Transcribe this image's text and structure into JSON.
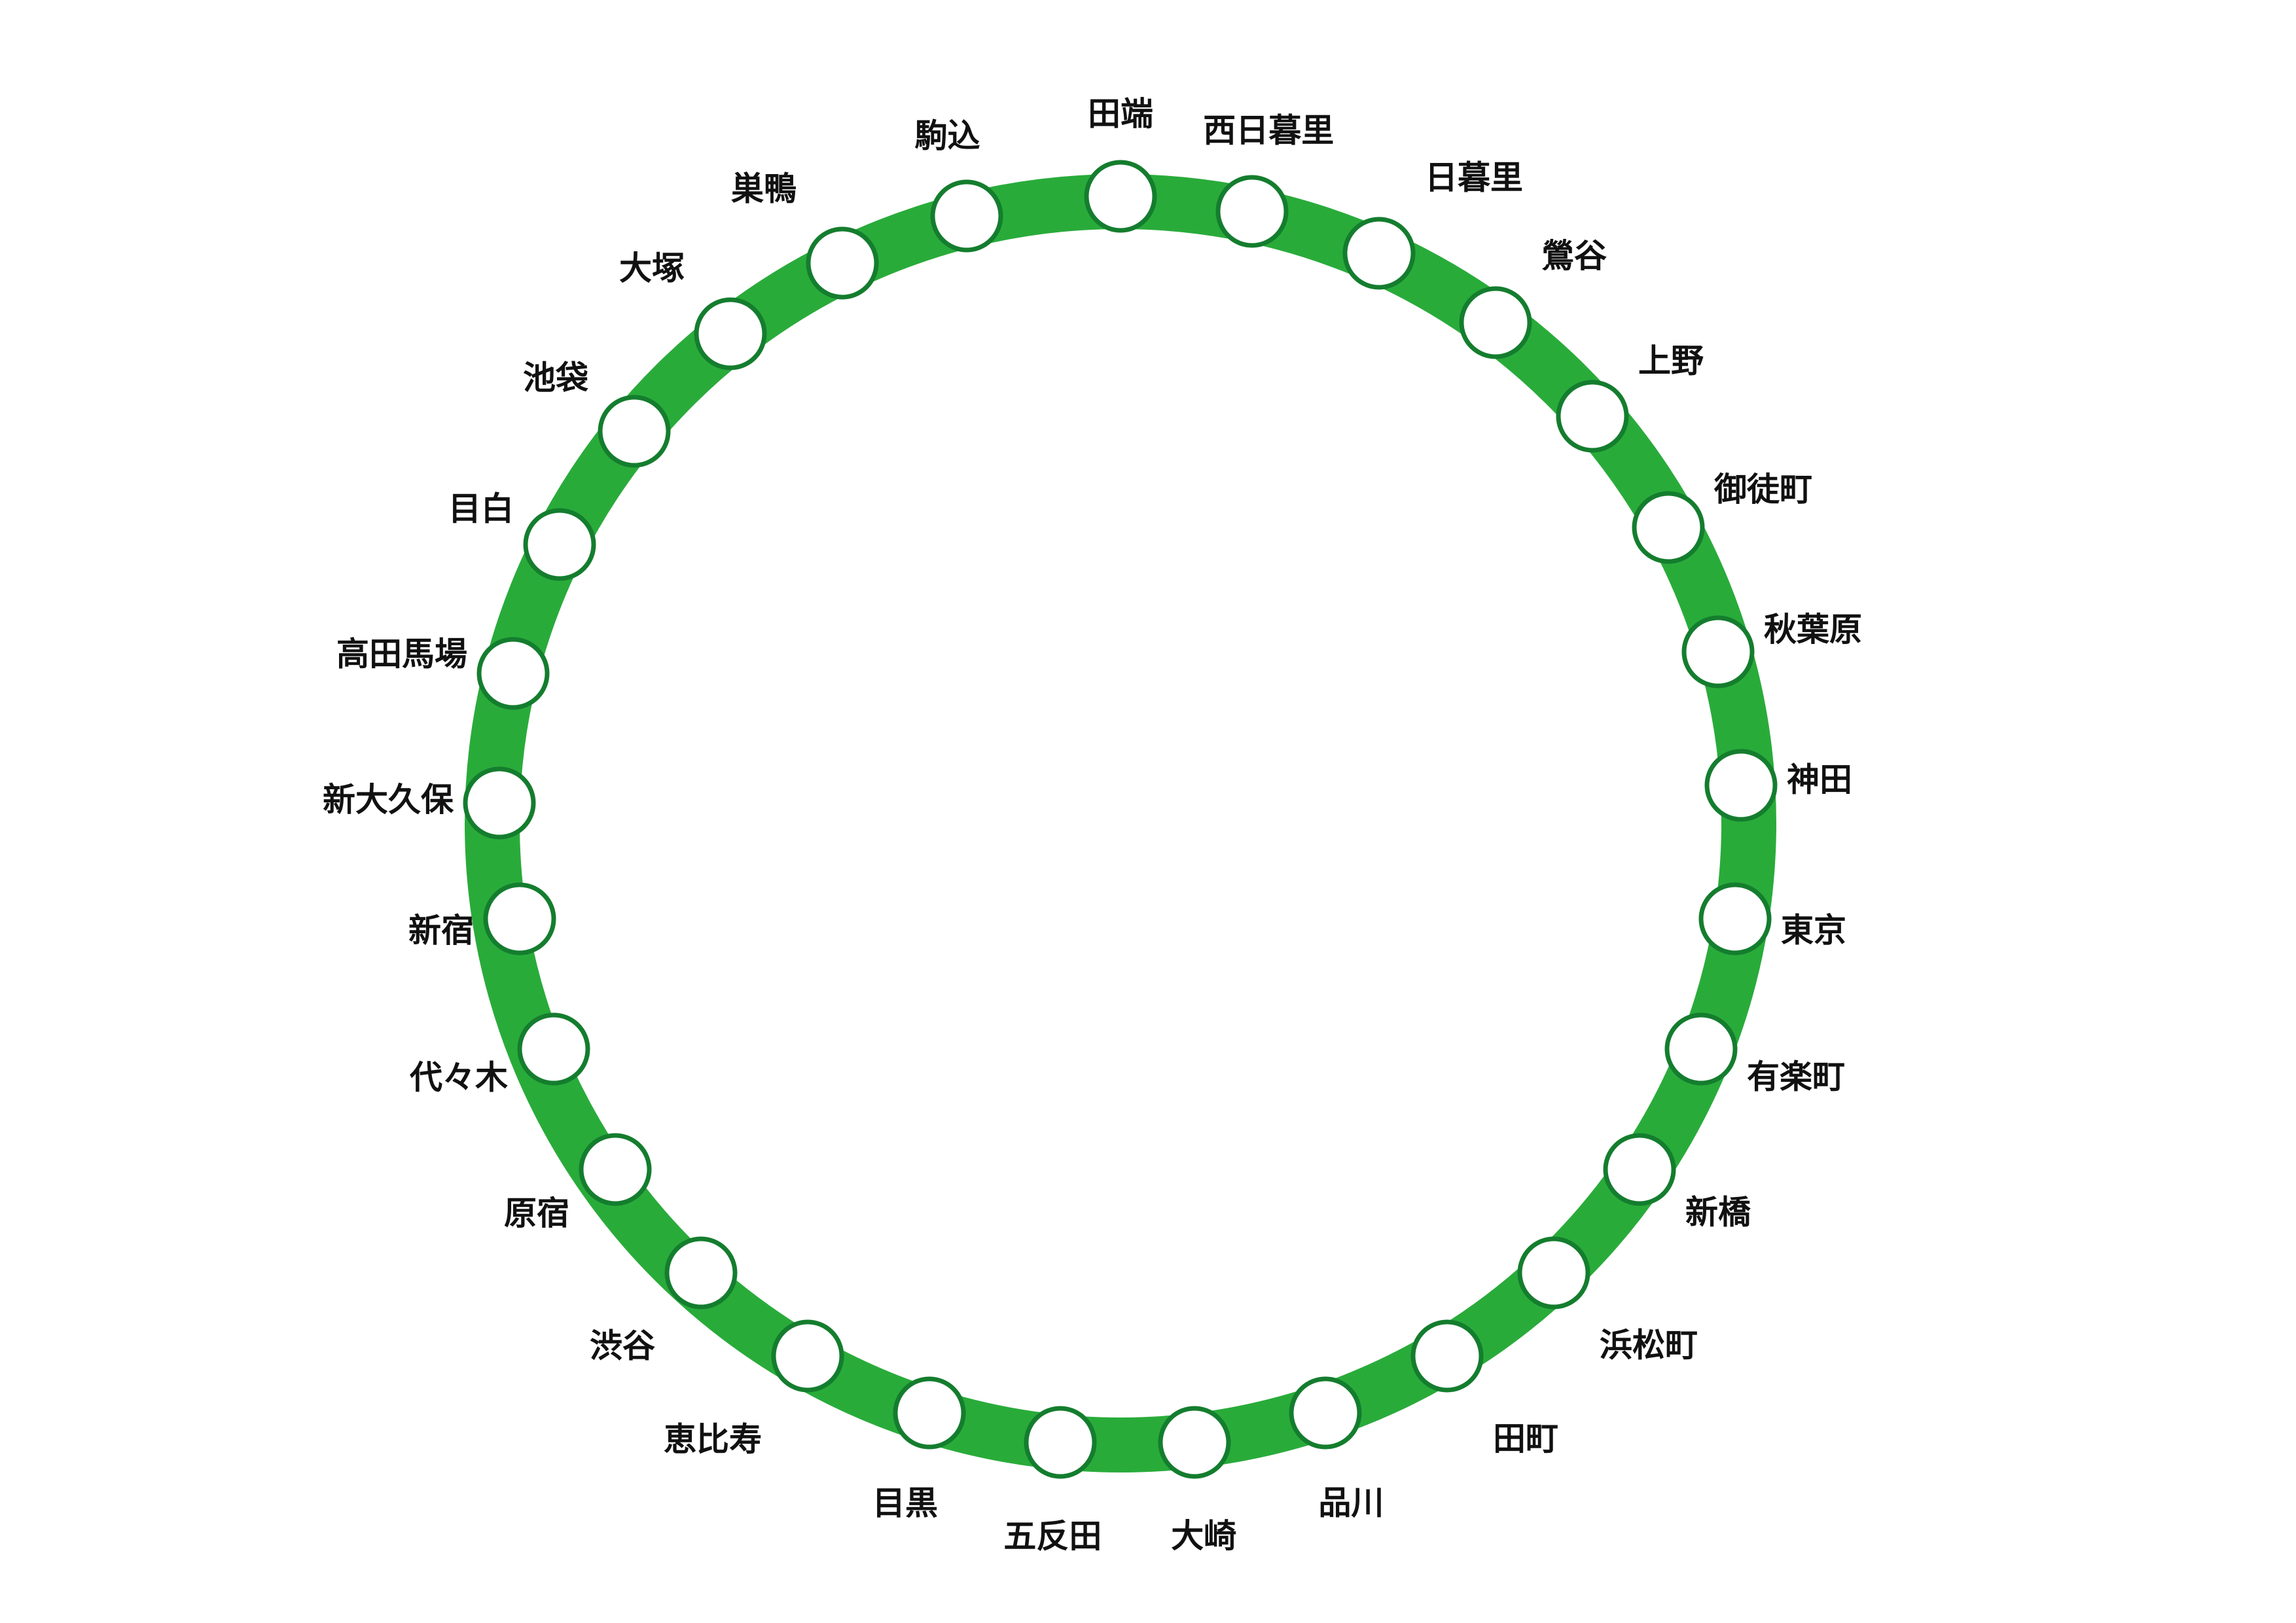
{
  "line": {
    "color": "#29ab3a",
    "marker_fill": "#ffffff",
    "marker_stroke": "#147d2e"
  },
  "stations": [
    {
      "name": "田端"
    },
    {
      "name": "西日暮里"
    },
    {
      "name": "日暮里"
    },
    {
      "name": "鶯谷"
    },
    {
      "name": "上野"
    },
    {
      "name": "御徒町"
    },
    {
      "name": "秋葉原"
    },
    {
      "name": "神田"
    },
    {
      "name": "東京"
    },
    {
      "name": "有楽町"
    },
    {
      "name": "新橋"
    },
    {
      "name": "浜松町"
    },
    {
      "name": "田町"
    },
    {
      "name": "品川"
    },
    {
      "name": "大崎"
    },
    {
      "name": "五反田"
    },
    {
      "name": "目黒"
    },
    {
      "name": "恵比寿"
    },
    {
      "name": "渋谷"
    },
    {
      "name": "原宿"
    },
    {
      "name": "代々木"
    },
    {
      "name": "新宿"
    },
    {
      "name": "新大久保"
    },
    {
      "name": "高田馬場"
    },
    {
      "name": "目白"
    },
    {
      "name": "池袋"
    },
    {
      "name": "大塚"
    },
    {
      "name": "巣鴨"
    },
    {
      "name": "駒込"
    }
  ]
}
